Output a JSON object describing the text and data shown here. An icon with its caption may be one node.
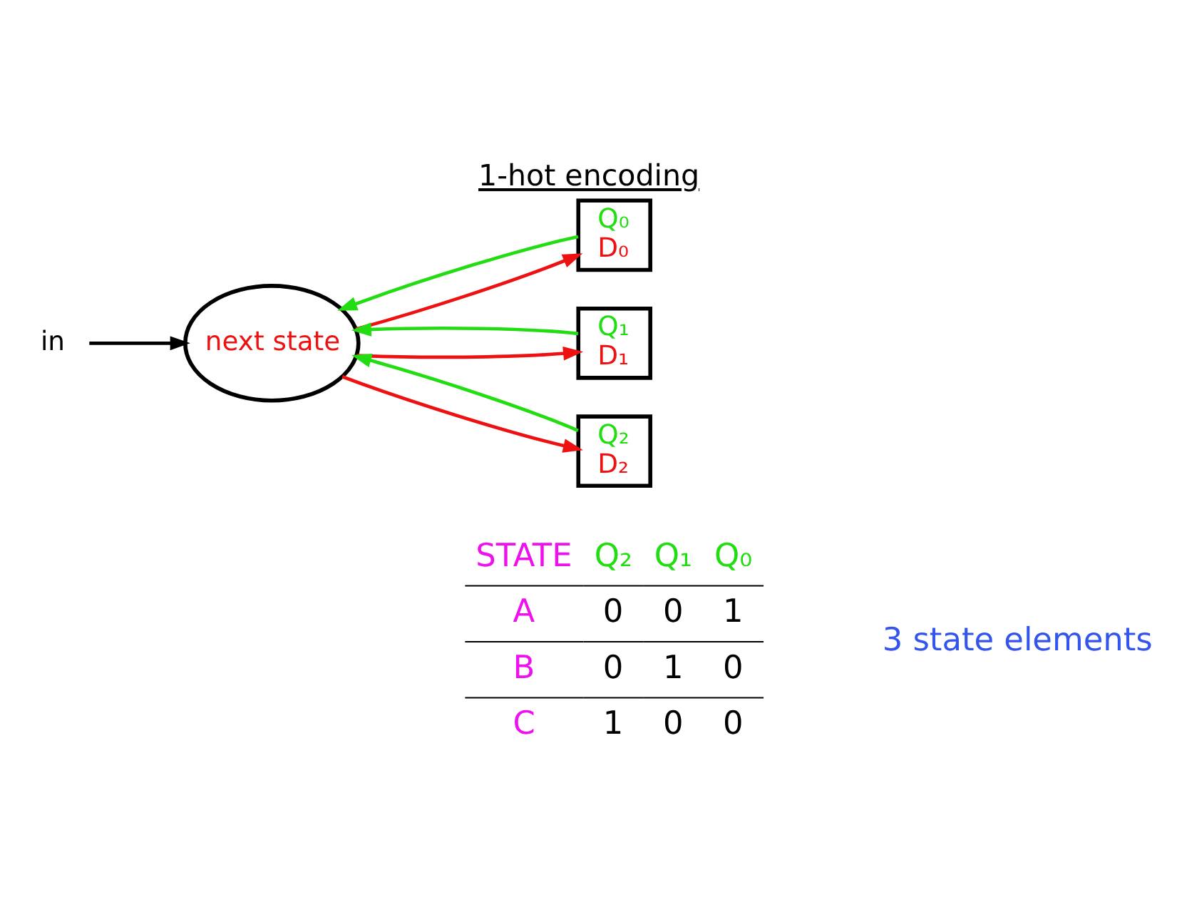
{
  "diagram": {
    "title": "1-hot encoding",
    "nodes": [
      {
        "text": [
          "in"
        ]
      },
      {
        "text": [
          "next state"
        ]
      },
      {
        "text": [
          "Q₀",
          "D₀"
        ]
      },
      {
        "text": [
          "Q₁",
          "D₁"
        ]
      },
      {
        "text": [
          "Q₂",
          "D₂"
        ]
      }
    ],
    "edges": [
      {
        "from": 0,
        "to": 1,
        "arrow": "to",
        "color": "#000000"
      },
      {
        "from": 2,
        "to": 1,
        "arrow": "to",
        "color": "#22dd11"
      },
      {
        "from": 3,
        "to": 1,
        "arrow": "to",
        "color": "#22dd11"
      },
      {
        "from": 4,
        "to": 1,
        "arrow": "to",
        "color": "#22dd11"
      },
      {
        "from": 1,
        "to": 2,
        "arrow": "to",
        "color": "#ee1111"
      },
      {
        "from": 1,
        "to": 3,
        "arrow": "to",
        "color": "#ee1111"
      },
      {
        "from": 1,
        "to": 4,
        "arrow": "to",
        "color": "#ee1111"
      }
    ],
    "labels": [
      "STATE",
      "Q₂",
      "Q₁",
      "Q₀",
      "A",
      "0",
      "0",
      "1",
      "B",
      "0",
      "1",
      "0",
      "C",
      "1",
      "0",
      "0",
      "3 state elements"
    ]
  }
}
